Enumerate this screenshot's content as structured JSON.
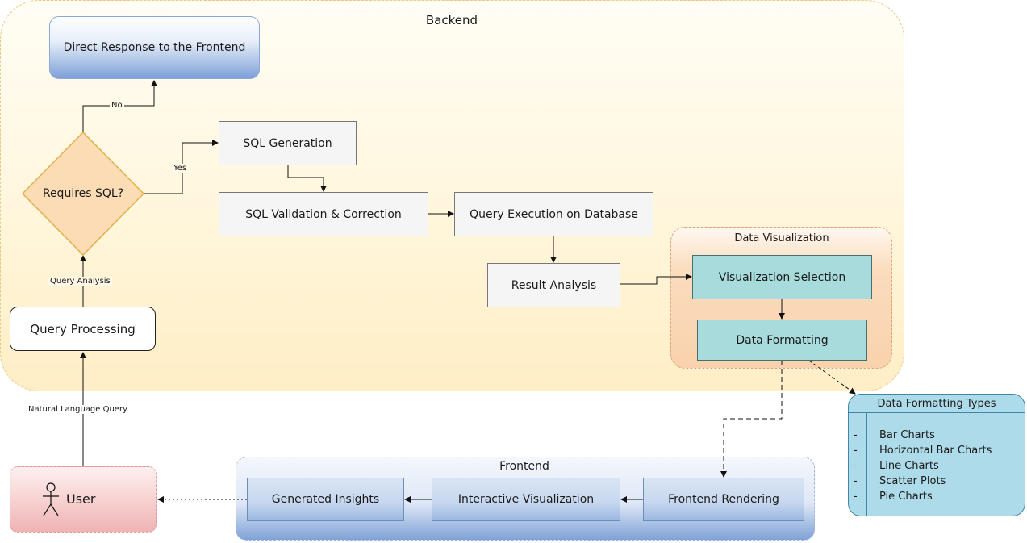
{
  "groups": {
    "backend": "Backend",
    "frontend": "Frontend",
    "data_visualization": "Data Visualization"
  },
  "nodes": {
    "direct_response": "Direct Response to the Frontend",
    "requires_sql": "Requires SQL?",
    "sql_generation": "SQL Generation",
    "sql_validation": "SQL Validation & Correction",
    "query_execution": "Query Execution on Database",
    "result_analysis": "Result Analysis",
    "visualization_selection": "Visualization Selection",
    "data_formatting": "Data Formatting",
    "query_processing": "Query Processing",
    "user": "User",
    "generated_insights": "Generated Insights",
    "interactive_visualization": "Interactive Visualization",
    "frontend_rendering": "Frontend Rendering"
  },
  "edge_labels": {
    "no": "No",
    "yes": "Yes",
    "query_analysis": "Query Analysis",
    "natural_language_query": "Natural Language Query"
  },
  "data_formatting_types": {
    "title": "Data Formatting Types",
    "bullet": "-",
    "items": [
      "Bar Charts",
      "Horizontal Bar Charts",
      "Line Charts",
      "Scatter Plots",
      "Pie Charts"
    ]
  },
  "icons": {
    "user": "stick-figure-icon"
  }
}
